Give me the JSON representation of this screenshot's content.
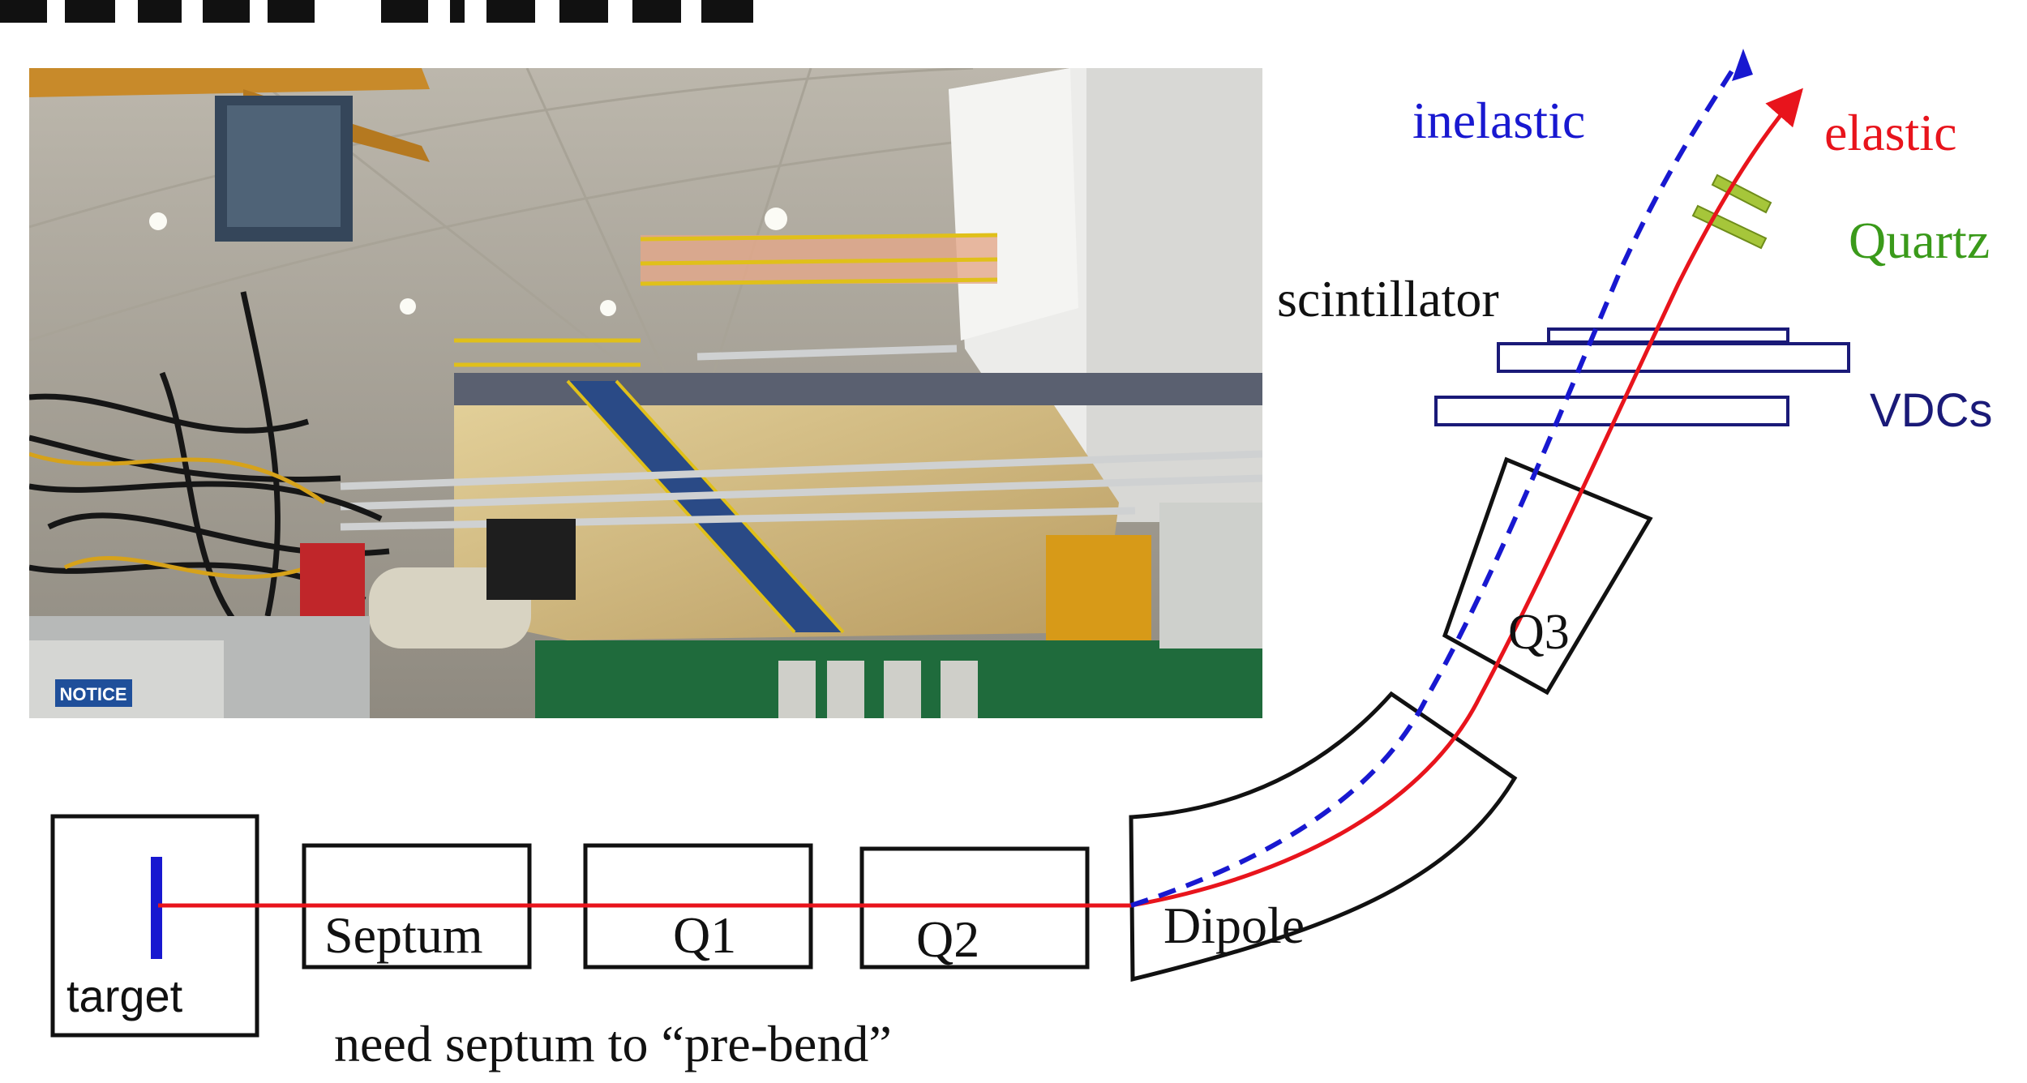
{
  "header": {
    "title_fragment": ""
  },
  "photo": {
    "notice_sign": "NOTICE"
  },
  "labels": {
    "inelastic": "inelastic",
    "elastic": "elastic",
    "quartz": "Quartz",
    "scintillator": "scintillator",
    "vdcs": "VDCs",
    "q3": "Q3",
    "dipole": "Dipole",
    "q2": "Q2",
    "q1": "Q1",
    "septum": "Septum",
    "target": "target",
    "caption": "need septum to “pre-bend”"
  },
  "colors": {
    "elastic": "#e8141c",
    "inelastic": "#1818d0",
    "quartz": "#3a9a1a",
    "quartz_fill": "#a6c63a",
    "vdc": "#1a1a78",
    "target_bar": "#1818d0",
    "outline": "#111111"
  },
  "icons": {
    "elastic_arrow": "arrowhead-icon",
    "inelastic_arrow": "arrowhead-icon"
  }
}
